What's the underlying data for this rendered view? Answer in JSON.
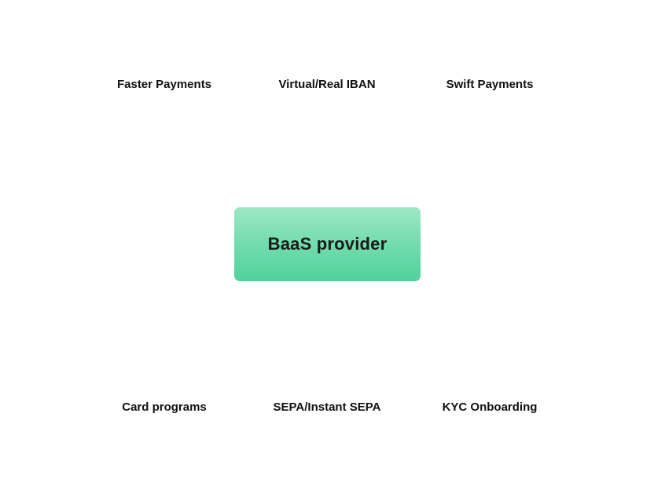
{
  "center": {
    "label": "BaaS provider",
    "color_top": "#9de8c6",
    "color_bottom": "#52d29b"
  },
  "services": [
    "Faster Payments",
    "Virtual/Real IBAN",
    "Swift Payments",
    "Card programs",
    "SEPA/Instant SEPA",
    "KYC Onboarding"
  ]
}
